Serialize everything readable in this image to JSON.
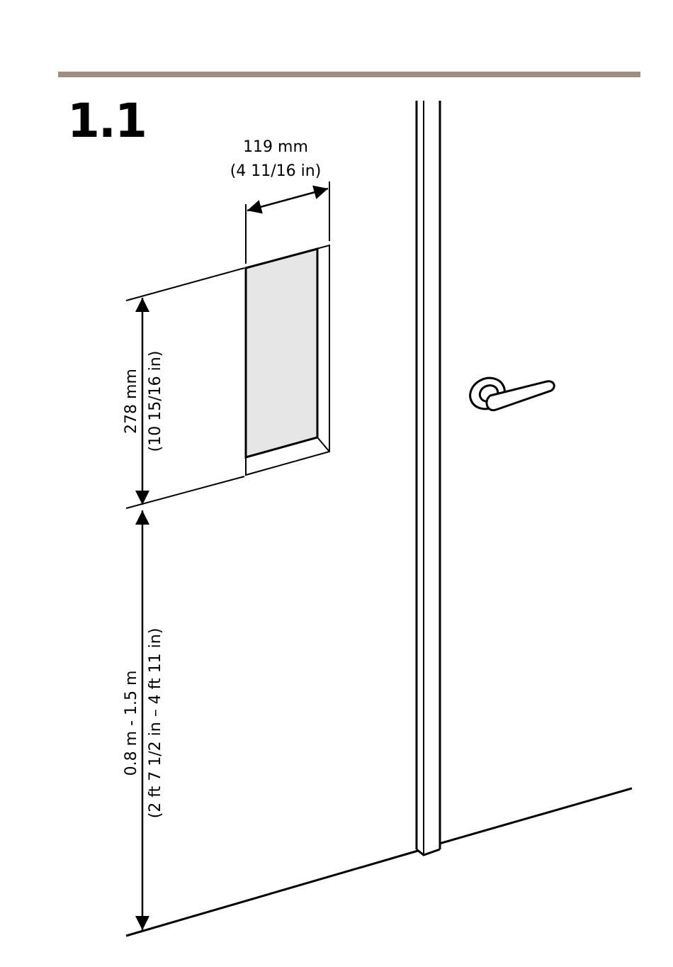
{
  "step": {
    "number": "1.1"
  },
  "dimensions": {
    "width": {
      "metric": "119 mm",
      "imperial": "(4 11/16 in)"
    },
    "height": {
      "metric": "278 mm",
      "imperial": "(10 15/16 in)"
    },
    "mounting_height": {
      "metric": "0.8 m - 1.5 m",
      "imperial": "(2 ft 7 1/2 in – 4 ft 11 in)"
    }
  },
  "colors": {
    "rule": "#a08f80",
    "device_face": "#e6e6e6"
  }
}
